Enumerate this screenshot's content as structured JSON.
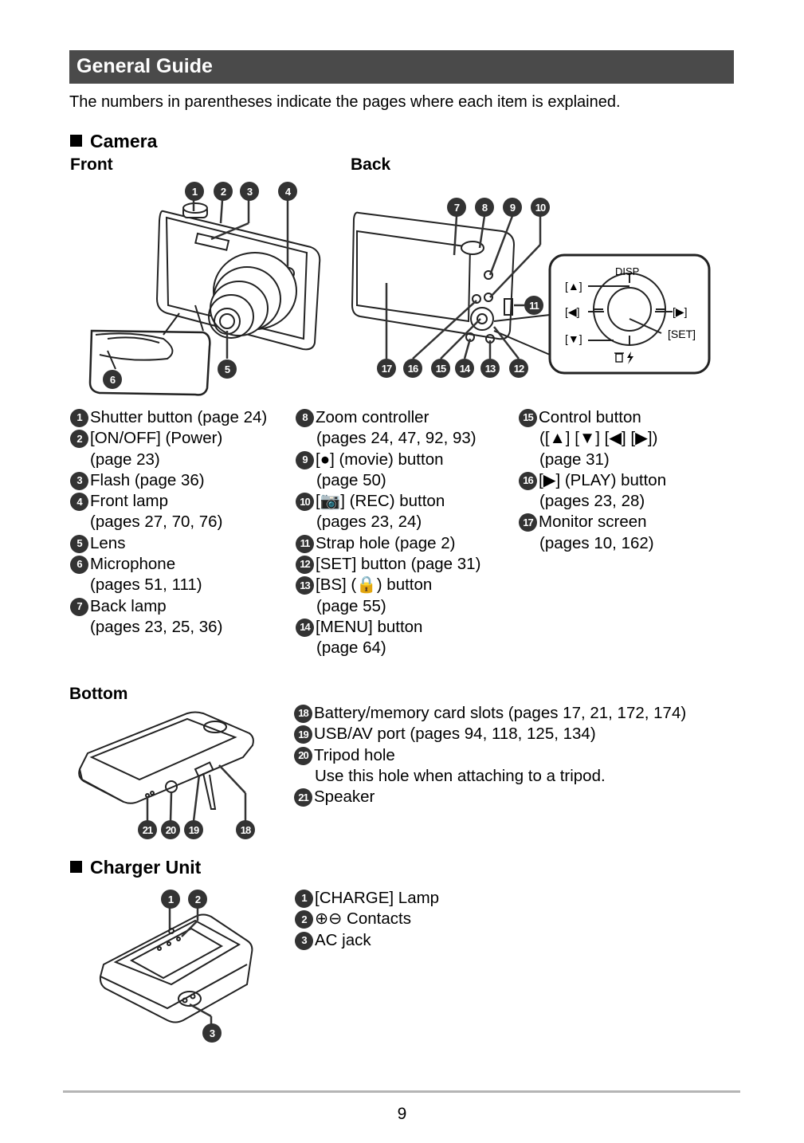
{
  "header": {
    "title": "General Guide"
  },
  "intro": "The numbers in parentheses indicate the pages where each item is explained.",
  "camera": {
    "heading": "Camera",
    "front_label": "Front",
    "back_label": "Back",
    "bottom_label": "Bottom",
    "callouts": {
      "front_top": [
        "1",
        "2",
        "3",
        "4"
      ],
      "front_6": "6",
      "front_5": "5",
      "back_top": [
        "7",
        "8",
        "9",
        "10"
      ],
      "back_11": "11",
      "back_bottom": [
        "17",
        "16",
        "15",
        "14",
        "13",
        "12"
      ],
      "bottom": [
        "21",
        "20",
        "19",
        "18"
      ]
    },
    "control_panel": {
      "disp": "DISP",
      "up": "[▲]",
      "left": "[◀]",
      "right": "[▶]",
      "down": "[▼]",
      "set": "[SET]"
    },
    "list_col1": [
      {
        "n": "1",
        "lines": [
          "Shutter button (page 24)"
        ]
      },
      {
        "n": "2",
        "lines": [
          "[ON/OFF] (Power)",
          "(page 23)"
        ]
      },
      {
        "n": "3",
        "lines": [
          "Flash (page 36)"
        ]
      },
      {
        "n": "4",
        "lines": [
          "Front lamp",
          "(pages 27, 70, 76)"
        ]
      },
      {
        "n": "5",
        "lines": [
          "Lens"
        ]
      },
      {
        "n": "6",
        "lines": [
          "Microphone",
          "(pages 51, 111)"
        ]
      },
      {
        "n": "7",
        "lines": [
          "Back lamp",
          "(pages 23, 25, 36)"
        ]
      }
    ],
    "list_col2": [
      {
        "n": "8",
        "lines": [
          "Zoom controller",
          "(pages 24, 47, 92, 93)"
        ]
      },
      {
        "n": "9",
        "lines": [
          "[●] (movie) button",
          "(page 50)"
        ]
      },
      {
        "n": "10",
        "lines": [
          "[📷] (REC) button",
          "(pages 23, 24)"
        ]
      },
      {
        "n": "11",
        "lines": [
          "Strap hole (page 2)"
        ]
      },
      {
        "n": "12",
        "lines": [
          "[SET] button (page 31)"
        ]
      },
      {
        "n": "13",
        "lines": [
          "[BS] (🔒) button",
          "(page 55)"
        ]
      },
      {
        "n": "14",
        "lines": [
          "[MENU] button",
          "(page 64)"
        ]
      }
    ],
    "list_col3": [
      {
        "n": "15",
        "lines": [
          "Control button",
          "([▲] [▼] [◀] [▶])",
          "(page 31)"
        ]
      },
      {
        "n": "16",
        "lines": [
          "[▶] (PLAY) button",
          "(pages 23, 28)"
        ]
      },
      {
        "n": "17",
        "lines": [
          "Monitor screen",
          "(pages 10, 162)"
        ]
      }
    ],
    "bottom_list": [
      {
        "n": "18",
        "lines": [
          "Battery/memory card slots (pages 17, 21, 172, 174)"
        ]
      },
      {
        "n": "19",
        "lines": [
          "USB/AV port (pages 94, 118, 125, 134)"
        ]
      },
      {
        "n": "20",
        "lines": [
          "Tripod hole",
          "Use this hole when attaching to a tripod."
        ]
      },
      {
        "n": "21",
        "lines": [
          "Speaker"
        ]
      }
    ]
  },
  "charger": {
    "heading": "Charger Unit",
    "callouts": [
      "1",
      "2",
      "3"
    ],
    "list": [
      {
        "n": "1",
        "lines": [
          "[CHARGE] Lamp"
        ]
      },
      {
        "n": "2",
        "lines": [
          "⊕⊖ Contacts"
        ]
      },
      {
        "n": "3",
        "lines": [
          "AC jack"
        ]
      }
    ]
  },
  "footer": {
    "page_number": "9"
  }
}
